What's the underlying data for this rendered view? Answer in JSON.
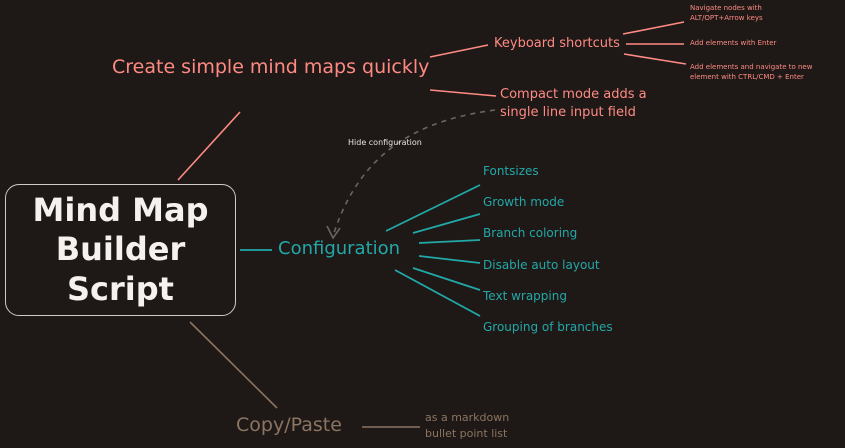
{
  "root": {
    "lines": [
      "Mind Map",
      "Builder",
      "Script"
    ]
  },
  "branches": {
    "top": {
      "label": "Create simple mind maps quickly",
      "children": {
        "shortcuts": {
          "label": "Keyboard shortcuts",
          "children": [
            "Navigate nodes with",
            "ALT/OPT+Arrow keys",
            "Add elements with Enter",
            "Add elements and navigate to new",
            "element with CTRL/CMD + Enter"
          ]
        },
        "compact": {
          "lines": [
            "Compact mode adds a",
            "single line input field"
          ]
        }
      }
    },
    "config": {
      "label": "Configuration",
      "arrow_label": "Hide configuration",
      "children": [
        "Fontsizes",
        "Growth mode",
        "Branch coloring",
        "Disable auto layout",
        "Text wrapping",
        "Grouping of branches"
      ]
    },
    "copy": {
      "label": "Copy/Paste",
      "note": [
        "as a markdown",
        "bullet point list"
      ]
    }
  },
  "colors": {
    "background": "#1e1916",
    "salmon": "#ff8a84",
    "teal": "#22a8a8",
    "brown": "#8c7462"
  }
}
